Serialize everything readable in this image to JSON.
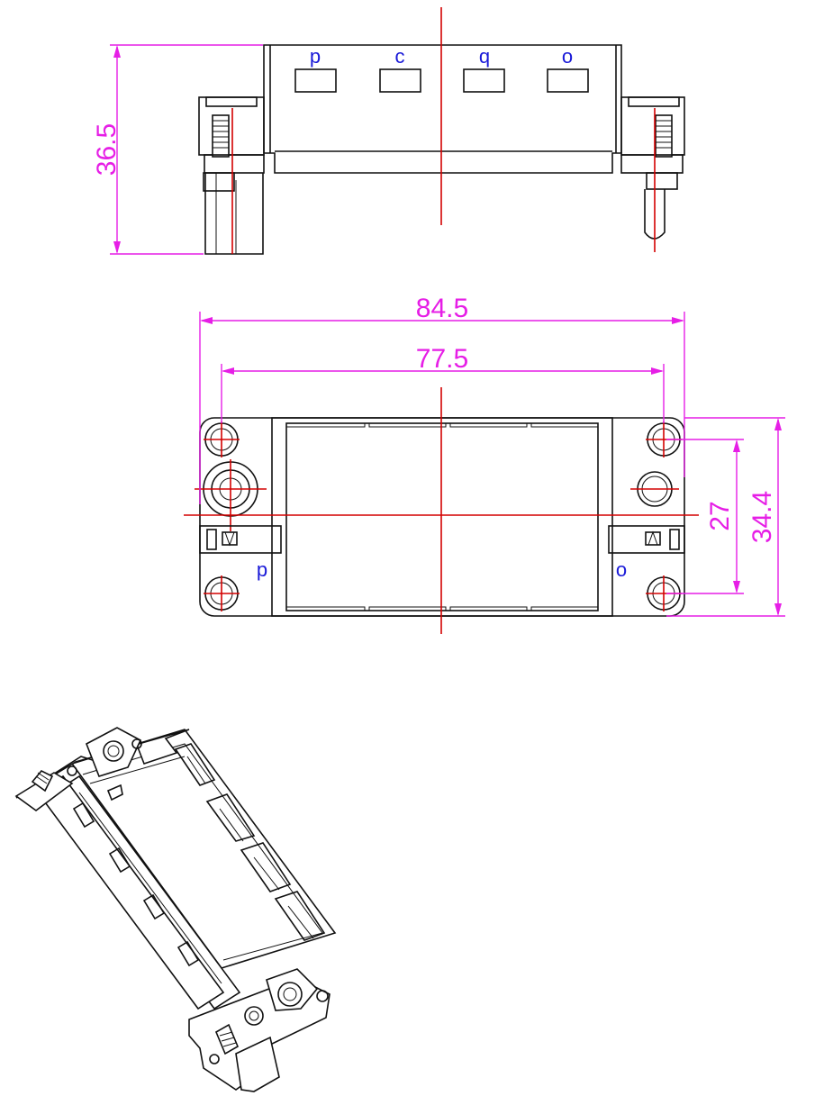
{
  "dimensions": {
    "side_height": "36.5",
    "overall_width": "84.5",
    "hole_spacing_width": "77.5",
    "hole_spacing_height": "27",
    "overall_height": "34.4"
  },
  "side_view": {
    "slot_labels": [
      "p",
      "c",
      "q",
      "o"
    ]
  },
  "top_view": {
    "slot_label_left": "p",
    "slot_label_right": "o"
  },
  "colors": {
    "dimension": "#e61ee6",
    "centerline": "#d40000",
    "slot_label": "#1a1ad8",
    "outline": "#111111"
  }
}
